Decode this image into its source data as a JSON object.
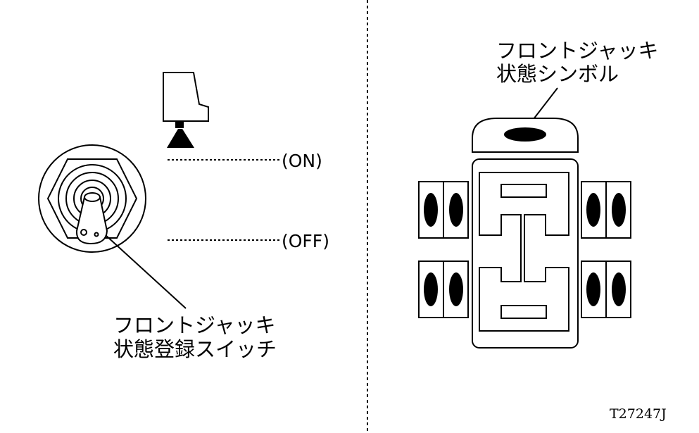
{
  "left_panel": {
    "label_on": "(ON)",
    "label_off": "(OFF)",
    "switch_caption_line1": "フロントジャッキ",
    "switch_caption_line2": "状態登録スイッチ"
  },
  "right_panel": {
    "symbol_caption_line1": "フロントジャッキ",
    "symbol_caption_line2": "状態シンボル"
  },
  "figure_ref": "T27247J"
}
